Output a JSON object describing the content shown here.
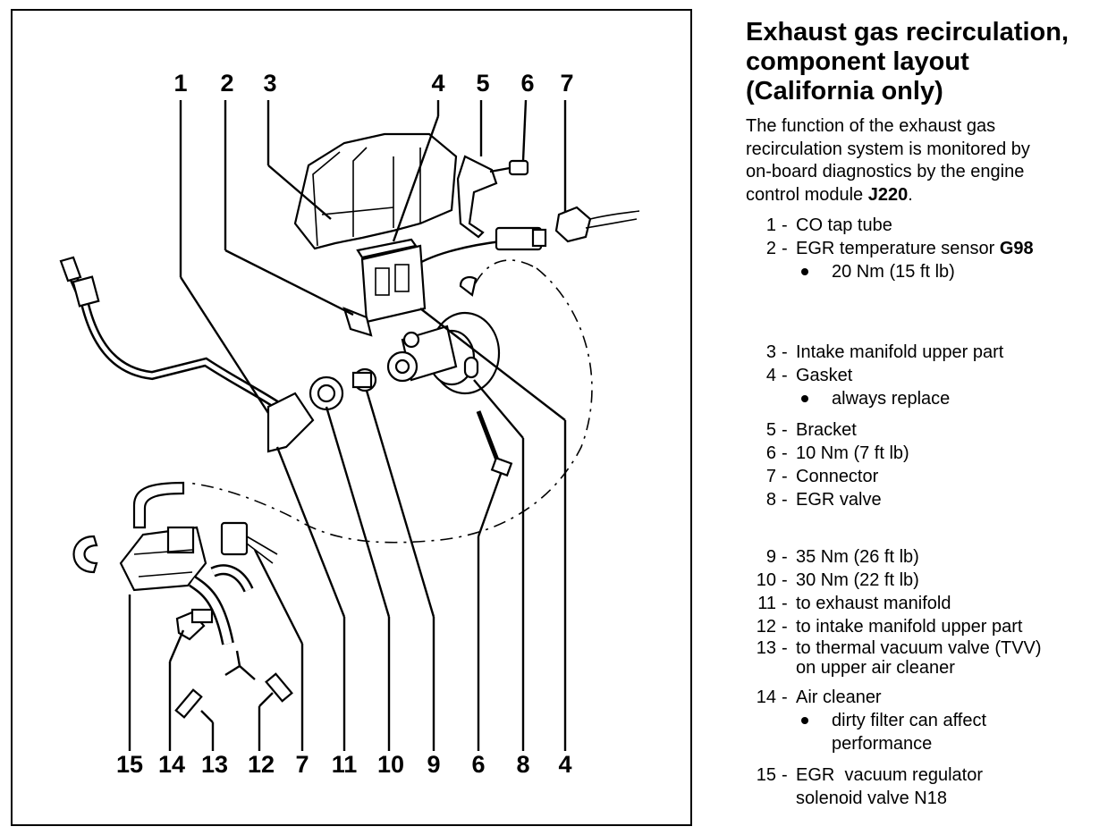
{
  "diagram": {
    "top_labels": [
      "1",
      "2",
      "3",
      "4",
      "5",
      "6",
      "7"
    ],
    "bottom_labels": [
      "15",
      "14",
      "13",
      "12",
      "7",
      "11",
      "10",
      "9",
      "6",
      "8",
      "4"
    ]
  },
  "legend": {
    "title_line1": "Exhaust gas recirculation,",
    "title_line2": "component layout",
    "title_line3": "(California only)",
    "intro_line1": "The function of the exhaust gas",
    "intro_line2": "recirculation system is monitored by",
    "intro_line3": "on-board diagnostics by the engine",
    "intro_line4_prefix": "control module ",
    "intro_line4_bold": "J220",
    "intro_line4_suffix": ".",
    "items": [
      {
        "num": "1",
        "text": "CO tap tube"
      },
      {
        "num": "2",
        "text": "EGR temperature sensor ",
        "bold": "G98",
        "sub": [
          "20 Nm (15 ft lb)"
        ]
      },
      {
        "num": "3",
        "text": "Intake manifold upper part"
      },
      {
        "num": "4",
        "text": "Gasket",
        "sub": [
          "always replace"
        ]
      },
      {
        "num": "5",
        "text": "Bracket"
      },
      {
        "num": "6",
        "text": "10 Nm (7 ft lb)"
      },
      {
        "num": "7",
        "text": "Connector"
      },
      {
        "num": "8",
        "text": "EGR valve"
      },
      {
        "num": "9",
        "text": "35 Nm (26 ft lb)"
      },
      {
        "num": "10",
        "text": "30 Nm (22 ft lb)"
      },
      {
        "num": "11",
        "text": "to exhaust manifold"
      },
      {
        "num": "12",
        "text": "to intake manifold upper part"
      },
      {
        "num": "13",
        "text": "to thermal vacuum valve (TVV)",
        "cont": "on upper air cleaner"
      },
      {
        "num": "14",
        "text": "Air cleaner",
        "sub": [
          "dirty filter can affect",
          "performance"
        ]
      },
      {
        "num": "15",
        "text": "EGR  vacuum regulator",
        "cont": "solenoid valve N18"
      }
    ]
  }
}
